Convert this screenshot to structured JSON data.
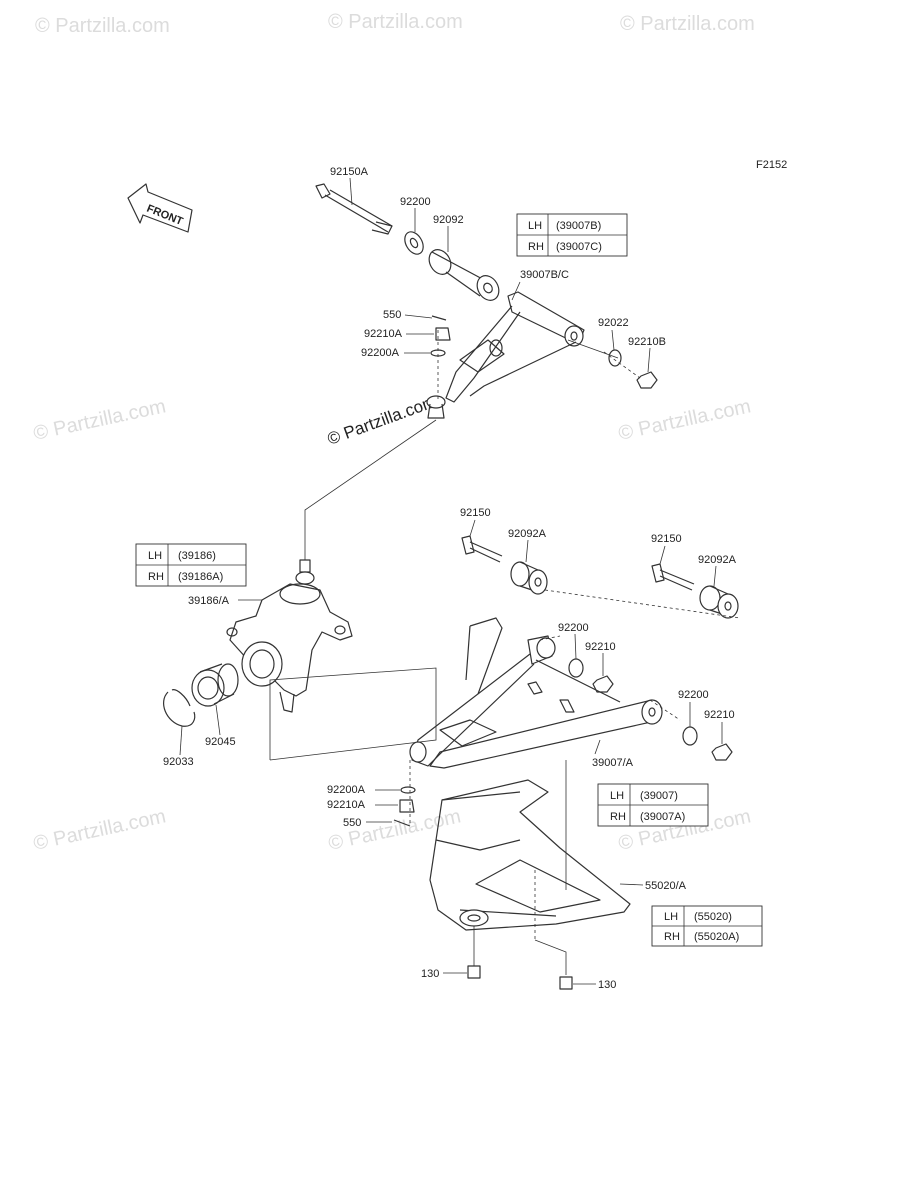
{
  "watermarks": [
    "© Partzilla.com",
    "© Partzilla.com",
    "© Partzilla.com",
    "© Partzilla.com",
    "© Partzilla.com",
    "© Partzilla.com",
    "© Partzilla.com",
    "© Partzilla.com"
  ],
  "center_watermark": "© Partzilla.com",
  "figure_code": "F2152",
  "front_arrow_text": "FRONT",
  "labels": {
    "l92150A": "92150A",
    "l92200_top": "92200",
    "l92092": "92092",
    "l39007BC": "39007B/C",
    "l550_top": "550",
    "l92210A_top": "92210A",
    "l92200A_top": "92200A",
    "l92022": "92022",
    "l92210B": "92210B",
    "l92150_mid": "92150",
    "l92092A_mid": "92092A",
    "l92150_right": "92150",
    "l92092A_right": "92092A",
    "l39186A": "39186/A",
    "l92200_mid": "92200",
    "l92210_mid": "92210",
    "l92200_right": "92200",
    "l92210_right": "92210",
    "l92033": "92033",
    "l92045": "92045",
    "l39007A": "39007/A",
    "l92200A_bot": "92200A",
    "l92210A_bot": "92210A",
    "l550_bot": "550",
    "l55020A": "55020/A",
    "l130_left": "130",
    "l130_right": "130"
  },
  "tables": {
    "upper_arm": {
      "lh": "LH",
      "lh_part": "(39007B)",
      "rh": "RH",
      "rh_part": "(39007C)"
    },
    "knuckle": {
      "lh": "LH",
      "lh_part": "(39186)",
      "rh": "RH",
      "rh_part": "(39186A)"
    },
    "lower_arm": {
      "lh": "LH",
      "lh_part": "(39007)",
      "rh": "RH",
      "rh_part": "(39007A)"
    },
    "guard": {
      "lh": "LH",
      "lh_part": "(55020)",
      "rh": "RH",
      "rh_part": "(55020A)"
    }
  }
}
